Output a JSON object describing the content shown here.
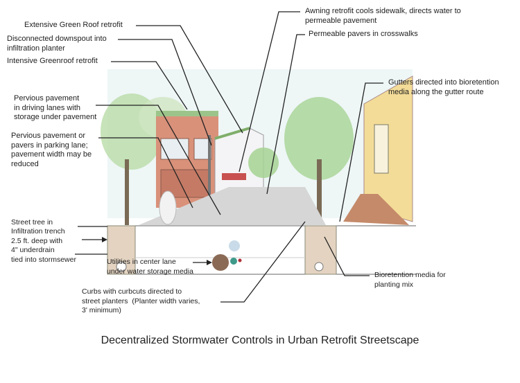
{
  "title": "Decentralized Stormwater Controls in Urban Retrofit Streetscape",
  "labels": {
    "extensive_green_roof": "Extensive Green Roof retrofit",
    "downspout": "Disconnected downspout into\ninfiltration planter",
    "intensive_greenroof": "Intensive Greenroof retrofit",
    "pervious_driving": "Pervious pavement\nin driving lanes with\nstorage under pavement",
    "pervious_parking": "Pervious pavement or\npavers in parking lane;\npavement width may be\nreduced",
    "street_tree": "Street tree in\nInfiltration trench\n2.5 ft. deep with\n4\" underdrain\ntied into stormsewer",
    "utilities": "Utilities in center lane\nunder water storage media",
    "curbs": "Curbs with curbcuts directed to\nstreet planters  (Planter width varies,\n3' minimum)",
    "awning": "Awning retrofit cools sidewalk, directs water to\npermeable pavement",
    "permeable_pavers": "Permeable pavers in crosswalks",
    "gutters": "Gutters directed into bioretention\nmedia along the gutter route",
    "bioretention": "Bioretention media for\nplanting mix"
  },
  "colors": {
    "utility_brown": "#8b6a55",
    "utility_teal": "#3f9a8a",
    "utility_red": "#b0303a",
    "utility_water": "#c9dbe8"
  }
}
